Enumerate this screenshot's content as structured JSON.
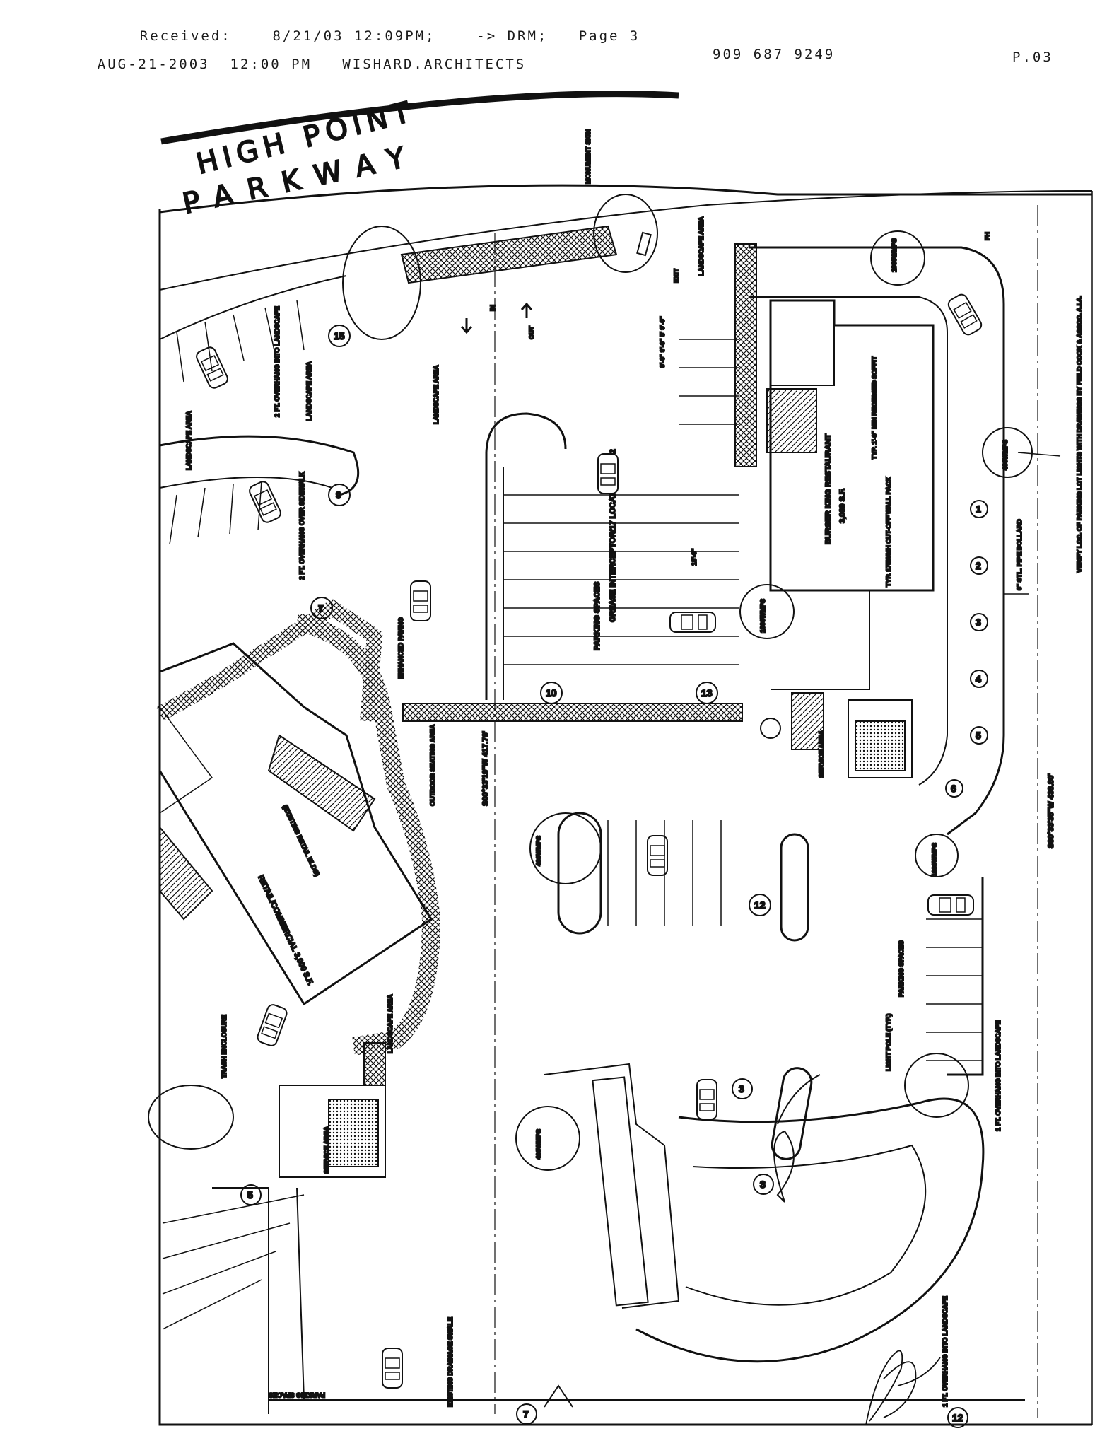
{
  "fax_header": {
    "received_label": "Received:",
    "received_datetime": "8/21/03 12:09PM;",
    "destination": "-> DRM;",
    "page": "Page 3",
    "date": "AUG-21-2003",
    "time": "12:00 PM",
    "sender": "WISHARD.ARCHITECTS",
    "phone": "909 687 9249",
    "page_code": "P.03"
  },
  "plan": {
    "street_name_1": "HIGH POINT",
    "street_name_2": "PARKWAY",
    "labels": {
      "monument_sign": "MONUMENT SIGN",
      "landscape_area_1": "LANDSCAPE AREA",
      "landscape_area_2": "LANDSCAPE AREA",
      "landscape_area_3": "LANDSCAPE AREA",
      "landscape_area_4": "LANDSCAPE AREA",
      "landscape_area_5": "LANDSCAPE AREA",
      "exit": "EXIT",
      "in": "IN",
      "out": "OUT",
      "restaurant": "BURGER KING RESTAURANT",
      "restaurant_area": "3,000 S.F.",
      "recessed_soffit": "TYP. 1'-0\" MIN RECESSED SOFFIT",
      "wall_pack": "TYP. 175WMH CUT-OFF WALL PACK",
      "grease_interceptor": "GREASE INTERCEPTOR/17 LOCATION SEE S2",
      "parking_spaces_1": "PARKING SPACES",
      "parking_spaces_2": "PARKING SPACES",
      "parking_spaces_3": "PARKING SPACES",
      "enhanced_paving": "ENHANCED PAVING",
      "outdoor_seating": "OUTDOOR SEATING AREA",
      "service_area_1": "SERVICE AREA",
      "service_area_2": "SERVICE AREA",
      "trash_enclosure": "TRASH ENCLOSURE",
      "bearing_1": "S00°33'19\"W 417.76'",
      "bearing_2": "S00°33'35\"W 438.80'",
      "pipe_bollard": "6\" STL. PIPE BOLLARD",
      "verify_note": "VERIFY LOC. OF PARKING LOT LIGHTS WITH DRAWINGS BY FIELD COOK & ASSOC. A.I.A.",
      "light_pole": "LIGHT POLE (TYP.)",
      "overhang_1": "1 FT. OVERHANG INTO LANDSCAPE",
      "overhang_2": "2 FT. OVERHANG INTO LANDSCAPE",
      "overhang_3": "2 FT. OVERHANG OVER SIDEWALK",
      "overhang_4": "1 FT. OVERHANG INTO LANDSCAPE",
      "existing_drainage": "EXISTING DRAINAGE SWALE",
      "fh": "FH",
      "stall_dims": "9'-0\" 9'-0\" 5' 9'-0\"",
      "dim_18": "18'-0\"",
      "fixture_1000": "1000WMPS",
      "fixture_400": "400WMPS",
      "retail": "RETAIL/COMMERCIAL 3,000 S.F.",
      "existing_retail": "(EXISTING RETAIL BLDG)"
    },
    "space_counts": [
      "15",
      "9",
      "7",
      "10",
      "13",
      "1",
      "2",
      "3",
      "4",
      "5",
      "6",
      "12",
      "3",
      "3",
      "5",
      "7",
      "12"
    ]
  }
}
